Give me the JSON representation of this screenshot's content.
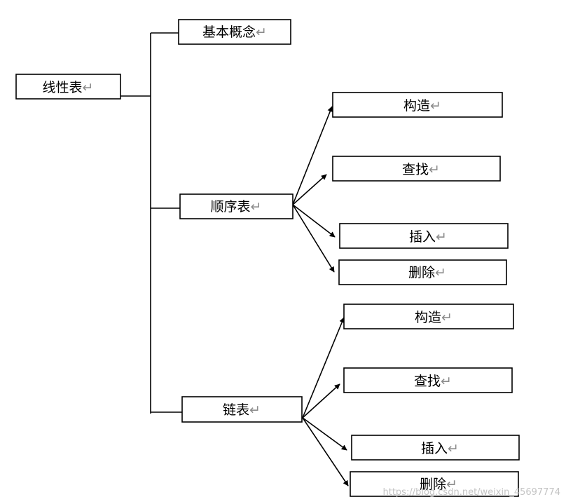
{
  "paragraph_mark": "↵",
  "nodes": {
    "root": "线性表",
    "concept": "基本概念",
    "seq": "顺序表",
    "linked": "链表",
    "seq_build": "构造",
    "seq_find": "查找",
    "seq_insert": "插入",
    "seq_delete": "删除",
    "linked_build": "构造",
    "linked_find": "查找",
    "linked_insert": "插入",
    "linked_delete": "删除"
  },
  "watermark": "https://blog.csdn.net/weixin_45697774"
}
